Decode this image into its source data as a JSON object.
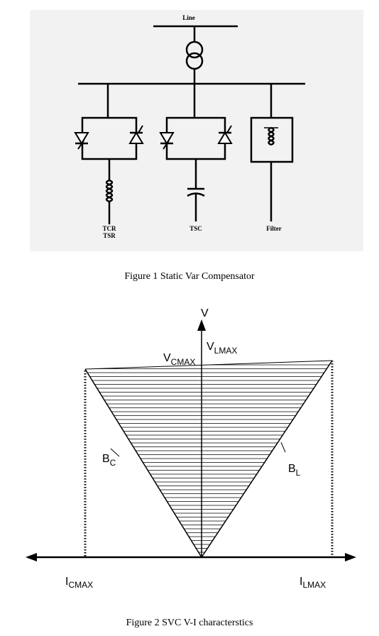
{
  "figure1": {
    "labels": {
      "line": "Line",
      "tcr": "TCR",
      "tsr": "TSR",
      "tsc": "TSC",
      "filter": "Filter"
    },
    "caption": "Figure 1 Static Var Compensator"
  },
  "figure2": {
    "labels": {
      "v_axis": "V",
      "v_lmax": "V",
      "v_lmax_sub": "LMAX",
      "v_cmax": "V",
      "v_cmax_sub": "CMAX",
      "b_c": "B",
      "b_c_sub": "C",
      "b_l": "B",
      "b_l_sub": "L",
      "i_cmax": "I",
      "i_cmax_sub": "CMAX",
      "i_lmax": "I",
      "i_lmax_sub": "LMAX"
    },
    "caption": "Figure 2 SVC V-I characterstics"
  }
}
